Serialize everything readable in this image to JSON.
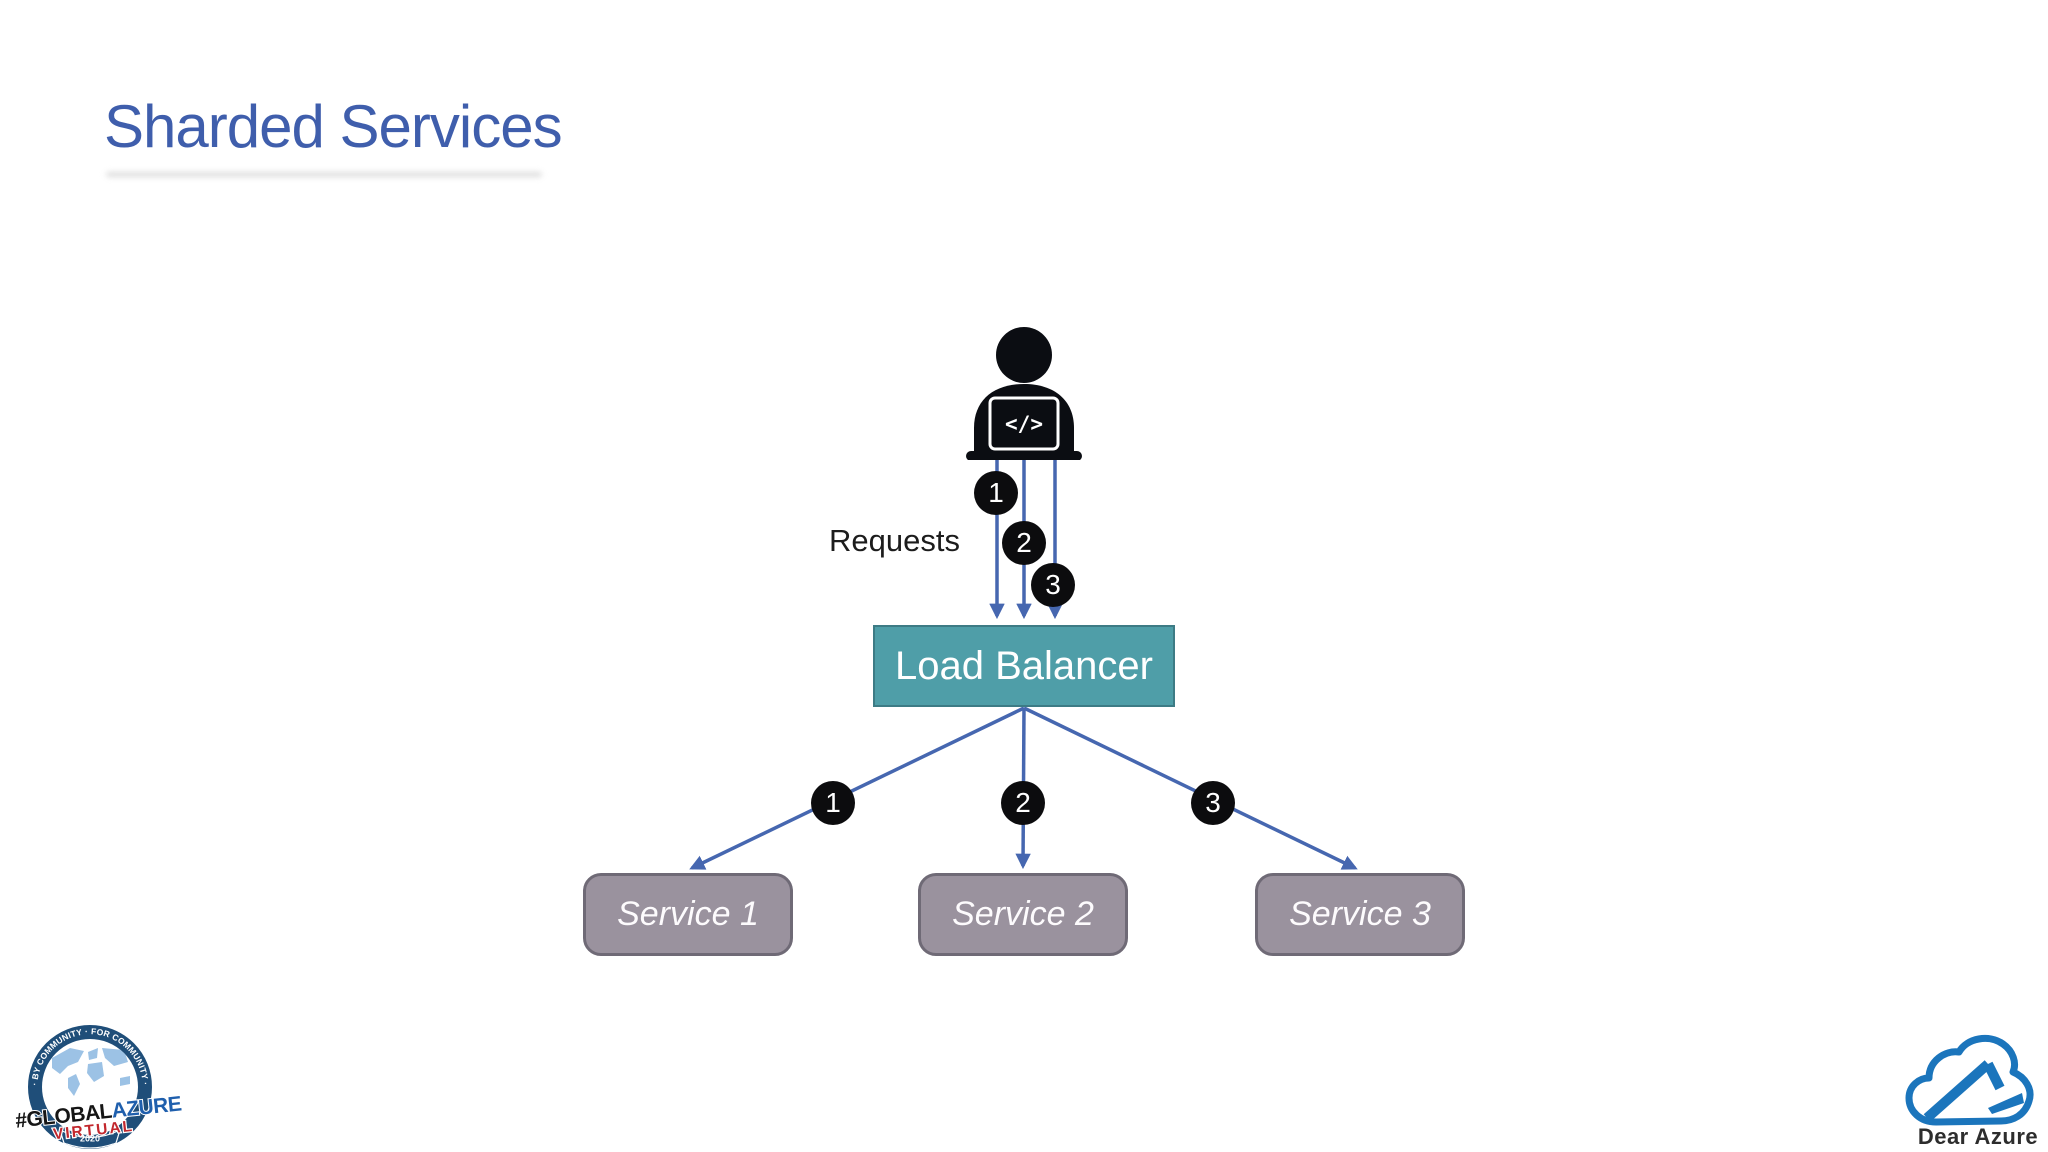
{
  "slide": {
    "title": "Sharded Services"
  },
  "diagram": {
    "user": {
      "icon": "person-at-laptop-icon",
      "laptop_glyph": "</>"
    },
    "requests_label": "Requests",
    "request_badges": [
      "1",
      "2",
      "3"
    ],
    "load_balancer": {
      "label": "Load Balancer"
    },
    "distribution_badges": [
      "1",
      "2",
      "3"
    ],
    "services": [
      {
        "label": "Service 1"
      },
      {
        "label": "Service 2"
      },
      {
        "label": "Service 3"
      }
    ]
  },
  "colors": {
    "title_blue": "#3f5eac",
    "connector_blue": "#4667b0",
    "load_balancer_fill": "#4f9ea8",
    "load_balancer_border": "#3d7b85",
    "service_fill": "#9a929e",
    "service_border": "#6f6a76",
    "badge_black": "#0c0c0e",
    "badge_text": "#ffffff",
    "ring_navy": "#1f4e79",
    "map_blue": "#9cc2e5",
    "azure_blue": "#1f5fad",
    "virtual_red": "#c2272d",
    "dear_azure_blue": "#1b75bc"
  },
  "footer": {
    "global_azure_badge": {
      "ring_text": "· BY COMMUNITY · FOR COMMUNITY ·",
      "title_hash_global": "#GLOBAL",
      "title_azure": "AZURE",
      "virtual": "VIRTUAL",
      "year": "2020"
    },
    "dear_azure": {
      "label": "Dear Azure"
    }
  }
}
